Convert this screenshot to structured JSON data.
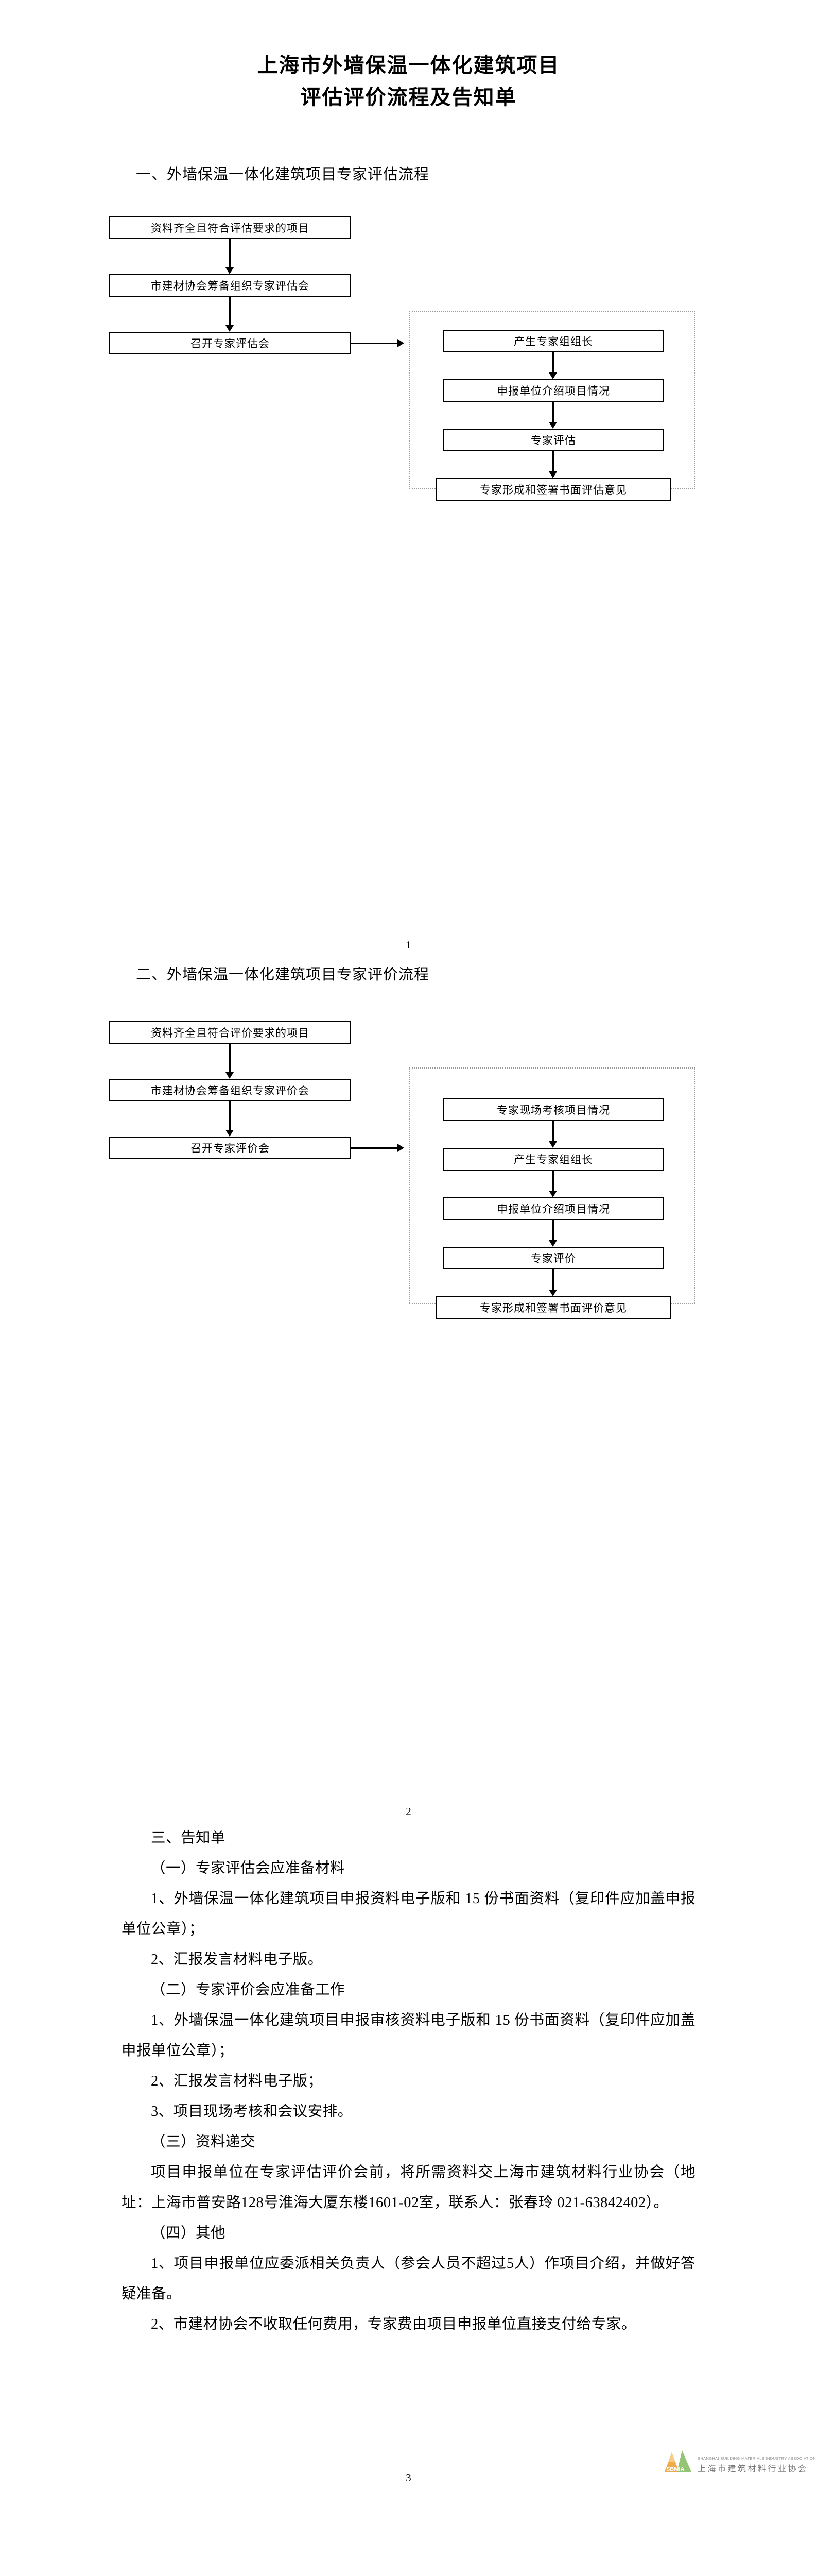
{
  "document": {
    "title_line1": "上海市外墙保温一体化建筑项目",
    "title_line2": "评估评价流程及告知单"
  },
  "sections": {
    "one": {
      "heading": "一、外墙保温一体化建筑项目专家评估流程",
      "left_steps": [
        "资料齐全且符合评估要求的项目",
        "市建材协会筹备组织专家评估会",
        "召开专家评估会"
      ],
      "group_steps": [
        "产生专家组组长",
        "申报单位介绍项目情况",
        "专家评估",
        "专家形成和签署书面评估意见"
      ]
    },
    "two": {
      "heading": "二、外墙保温一体化建筑项目专家评价流程",
      "left_steps": [
        "资料齐全且符合评价要求的项目",
        "市建材协会筹备组织专家评价会",
        "召开专家评价会"
      ],
      "group_steps": [
        "专家现场考核项目情况",
        "产生专家组组长",
        "申报单位介绍项目情况",
        "专家评价",
        "专家形成和签署书面评价意见"
      ]
    },
    "three": {
      "heading": "三、告知单",
      "sub1": {
        "heading": "（一）专家评估会应准备材料",
        "items": [
          "1、外墙保温一体化建筑项目申报资料电子版和 15 份书面资料（复印件应加盖申报单位公章）；",
          "2、汇报发言材料电子版。"
        ]
      },
      "sub2": {
        "heading": "（二）专家评价会应准备工作",
        "items": [
          "1、外墙保温一体化建筑项目申报审核资料电子版和 15 份书面资料（复印件应加盖申报单位公章）；",
          "2、汇报发言材料电子版；",
          "3、项目现场考核和会议安排。"
        ]
      },
      "sub3": {
        "heading": "（三）资料递交",
        "items": [
          "项目申报单位在专家评估评价会前，将所需资料交上海市建筑材料行业协会（地址：上海市普安路128号淮海大厦东楼1601-02室，联系人：张春玲 021-63842402）。"
        ]
      },
      "sub4": {
        "heading": "（四）其他",
        "items": [
          "1、项目申报单位应委派相关负责人（参会人员不超过5人）作项目介绍，并做好答疑准备。",
          "2、市建材协会不收取任何费用，专家费由项目申报单位直接支付给专家。"
        ]
      }
    }
  },
  "page_numbers": {
    "p1": "1",
    "p2": "2",
    "p3": "3"
  },
  "footer": {
    "logo_abbr": "SBMIA",
    "logo_en": "SHANGHAI BUILDING MATERIALS INDUSTRY ASSOCIATION",
    "logo_cn": "上海市建筑材料行业协会",
    "colors": {
      "orange": "#EFA33C",
      "green": "#8BBF6B",
      "text_gray": "#6f6f6f"
    }
  }
}
